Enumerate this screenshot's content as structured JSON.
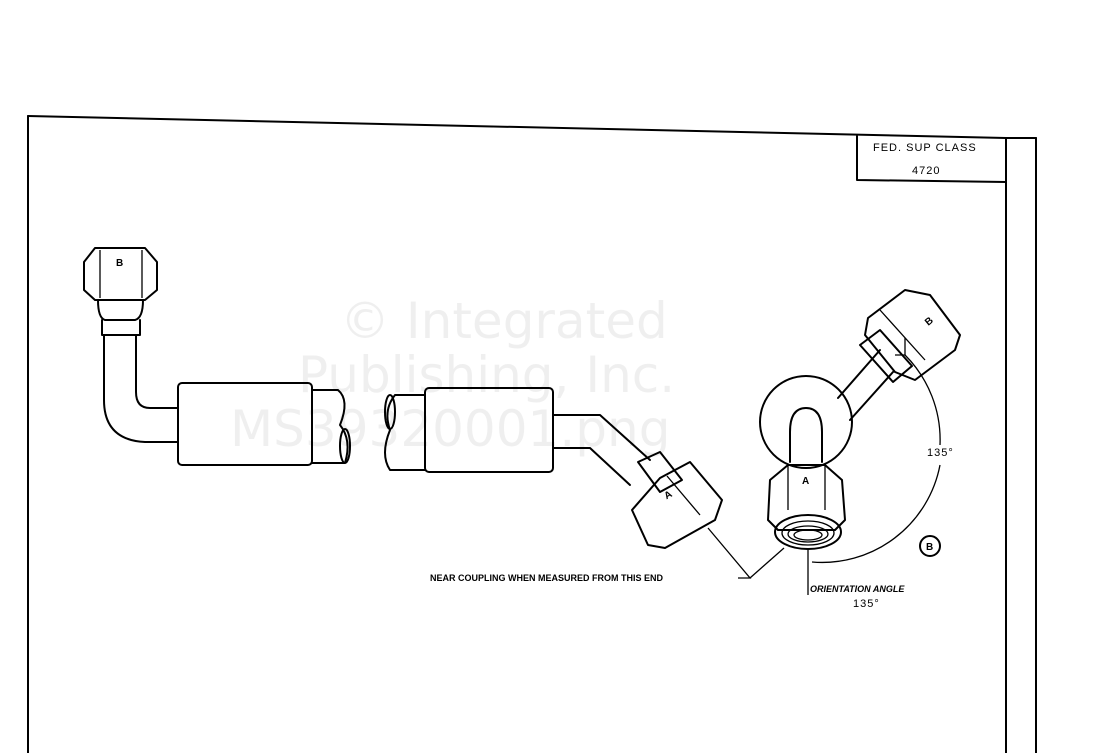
{
  "title_block": {
    "heading": "FED. SUP CLASS",
    "value": "4720"
  },
  "labels": {
    "left_fitting": "B",
    "middle_fitting": "A",
    "right_top_fitting": "B",
    "right_bottom_fitting": "A",
    "angle_value": "135°",
    "view_marker": "B",
    "leader_note": "NEAR COUPLING WHEN MEASURED FROM THIS END",
    "orientation_label": "ORIENTATION ANGLE",
    "orientation_value": "135°"
  },
  "watermark": {
    "line1": "© Integrated",
    "line2": "Publishing, Inc.",
    "line3": "MS39320001.png"
  }
}
